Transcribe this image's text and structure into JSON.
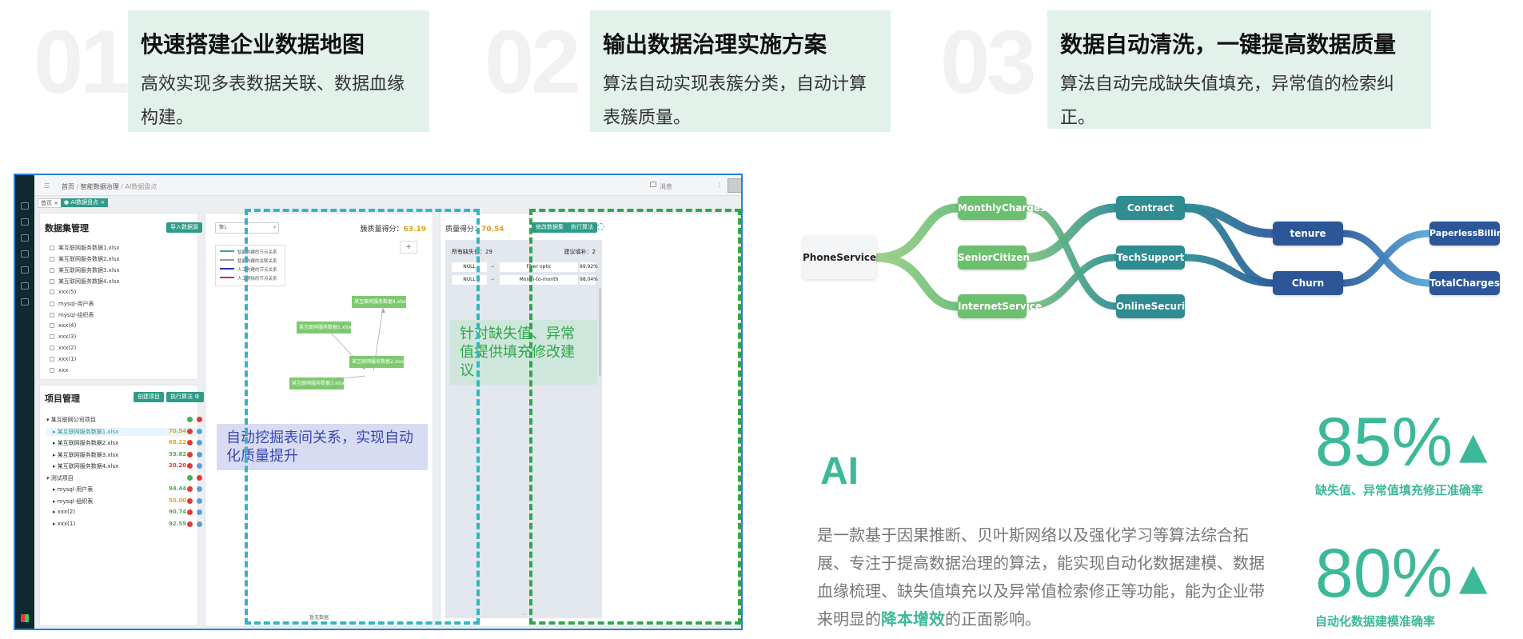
{
  "features": [
    {
      "num": "01",
      "title": "快速搭建企业数据地图",
      "desc": "高效实现多表数据关联、数据血缘构建。"
    },
    {
      "num": "02",
      "title": "输出数据治理实施方案",
      "desc": "算法自动实现表簇分类，自动计算表簇质量。"
    },
    {
      "num": "03",
      "title": "数据自动清洗，一键提高数据质量",
      "desc": "算法自动完成缺失值填充，异常值的检索纠正。"
    }
  ],
  "app": {
    "breadcrumb": [
      "首页",
      "/",
      "智能数据治理",
      "/",
      "AI数据盘点"
    ],
    "topbar_right": "消息",
    "tags": [
      "首页 ×",
      "● AI数据盘点 ×"
    ],
    "dataset_panel": {
      "title": "数据集管理",
      "button": "导入数据源",
      "items": [
        "某互联网服务数据1.xlsx",
        "某互联网服务数据2.xlsx",
        "某互联网服务数据3.xlsx",
        "某互联网服务数据4.xlsx",
        "xxx(5)",
        "mysql-用户表",
        "mysql-组织表",
        "xxx(4)",
        "xxx(3)",
        "xxx(2)",
        "xxx(1)",
        "xxx"
      ]
    },
    "project_panel": {
      "title": "项目管理",
      "buttons": [
        "创建项目",
        "执行算法 ⚙"
      ],
      "rows": [
        {
          "label": "▾ 某互联网公司项目",
          "score": "",
          "level": 0
        },
        {
          "label": "▸ 某互联网服务数据1.xlsx",
          "score": "70.54",
          "level": 1,
          "color": "#e0a020",
          "active": true
        },
        {
          "label": "▸ 某互联网服务数据2.xlsx",
          "score": "68.22",
          "level": 1,
          "color": "#e0a020"
        },
        {
          "label": "▸ 某互联网服务数据3.xlsx",
          "score": "93.82",
          "level": 1,
          "color": "#4caf50"
        },
        {
          "label": "▸ 某互联网服务数据4.xlsx",
          "score": "20.20",
          "level": 1,
          "color": "#e53935"
        },
        {
          "label": "▾ 测试项目",
          "score": "",
          "level": 0
        },
        {
          "label": "▸ mysql-用户表",
          "score": "94.44",
          "level": 1,
          "color": "#4caf50"
        },
        {
          "label": "▸ mysql-组织表",
          "score": "50.00",
          "level": 1,
          "color": "#e0a020"
        },
        {
          "label": "▸ xxx(2)",
          "score": "90.74",
          "level": 1,
          "color": "#4caf50"
        },
        {
          "label": "▸ xxx(1)",
          "score": "92.59",
          "level": 1,
          "color": "#4caf50"
        }
      ]
    },
    "graph_panel": {
      "select": "簇1",
      "score_label": "簇质量得分：",
      "score": "63.19",
      "plus": "+",
      "legend": [
        {
          "label": "智能构建的节点关系",
          "color": "#3aa88e"
        },
        {
          "label": "智能构建的关联关系",
          "color": "#999999"
        },
        {
          "label": "人工构建的节点关系",
          "color": "#2b2bb5"
        },
        {
          "label": "人工删除的节点关系",
          "color": "#d32f2f"
        }
      ],
      "nodes": [
        "某互联网服务数据4.xlsx",
        "某互联网服务数据1.xlsx",
        "某互联网服务数据2.xlsx",
        "某互联网服务数据3.xlsx"
      ],
      "empty": "暂无数据",
      "highlight": "自动挖掘表间关系，实现自动化质量提升"
    },
    "quality_panel": {
      "score_label": "质量得分：",
      "score": "70.54",
      "buttons": [
        "修改数据集",
        "执行算法"
      ],
      "missing_label": "所有缺失值：",
      "missing": "29",
      "suggest_label": "建议填补：",
      "suggest": "2",
      "rows": [
        {
          "from": "NULL",
          "to": "Fiber optic",
          "pct": "99.92%"
        },
        {
          "from": "NULL",
          "to": "Month-to-month",
          "pct": "98.04%"
        }
      ],
      "highlight": "针对缺失值、异常值提供填充修改建议"
    }
  },
  "flow": {
    "nodes": [
      "PhoneService",
      "MonthlyCharges",
      "SeniorCitizen",
      "InternetService",
      "Contract",
      "TechSupport",
      "OnlineSecurity",
      "tenure",
      "Churn",
      "PaperlessBilling",
      "TotalCharges"
    ]
  },
  "product": {
    "logo": "AI",
    "desc_before": "是一款基于因果推断、贝叶斯网络以及强化学习等算法综合拓展、专注于提高数据治理的算法，能实现自动化数据建模、数据血缘梳理、缺失值填充以及异常值检索修正等功能，能为企业带来明显的",
    "desc_highlight": "降本增效",
    "desc_after": "的正面影响。",
    "stats": [
      {
        "value": "85%",
        "arrow": "▲",
        "label": "缺失值、异常值填充修正准确率"
      },
      {
        "value": "80%",
        "arrow": "▲",
        "label": "自动化数据建模准确率"
      }
    ]
  },
  "colors": {
    "accent": "#3db89a",
    "cyan_dash": "#2eb8c4",
    "green_dash": "#2ea84a",
    "box_bg": "#e3f1eb"
  }
}
